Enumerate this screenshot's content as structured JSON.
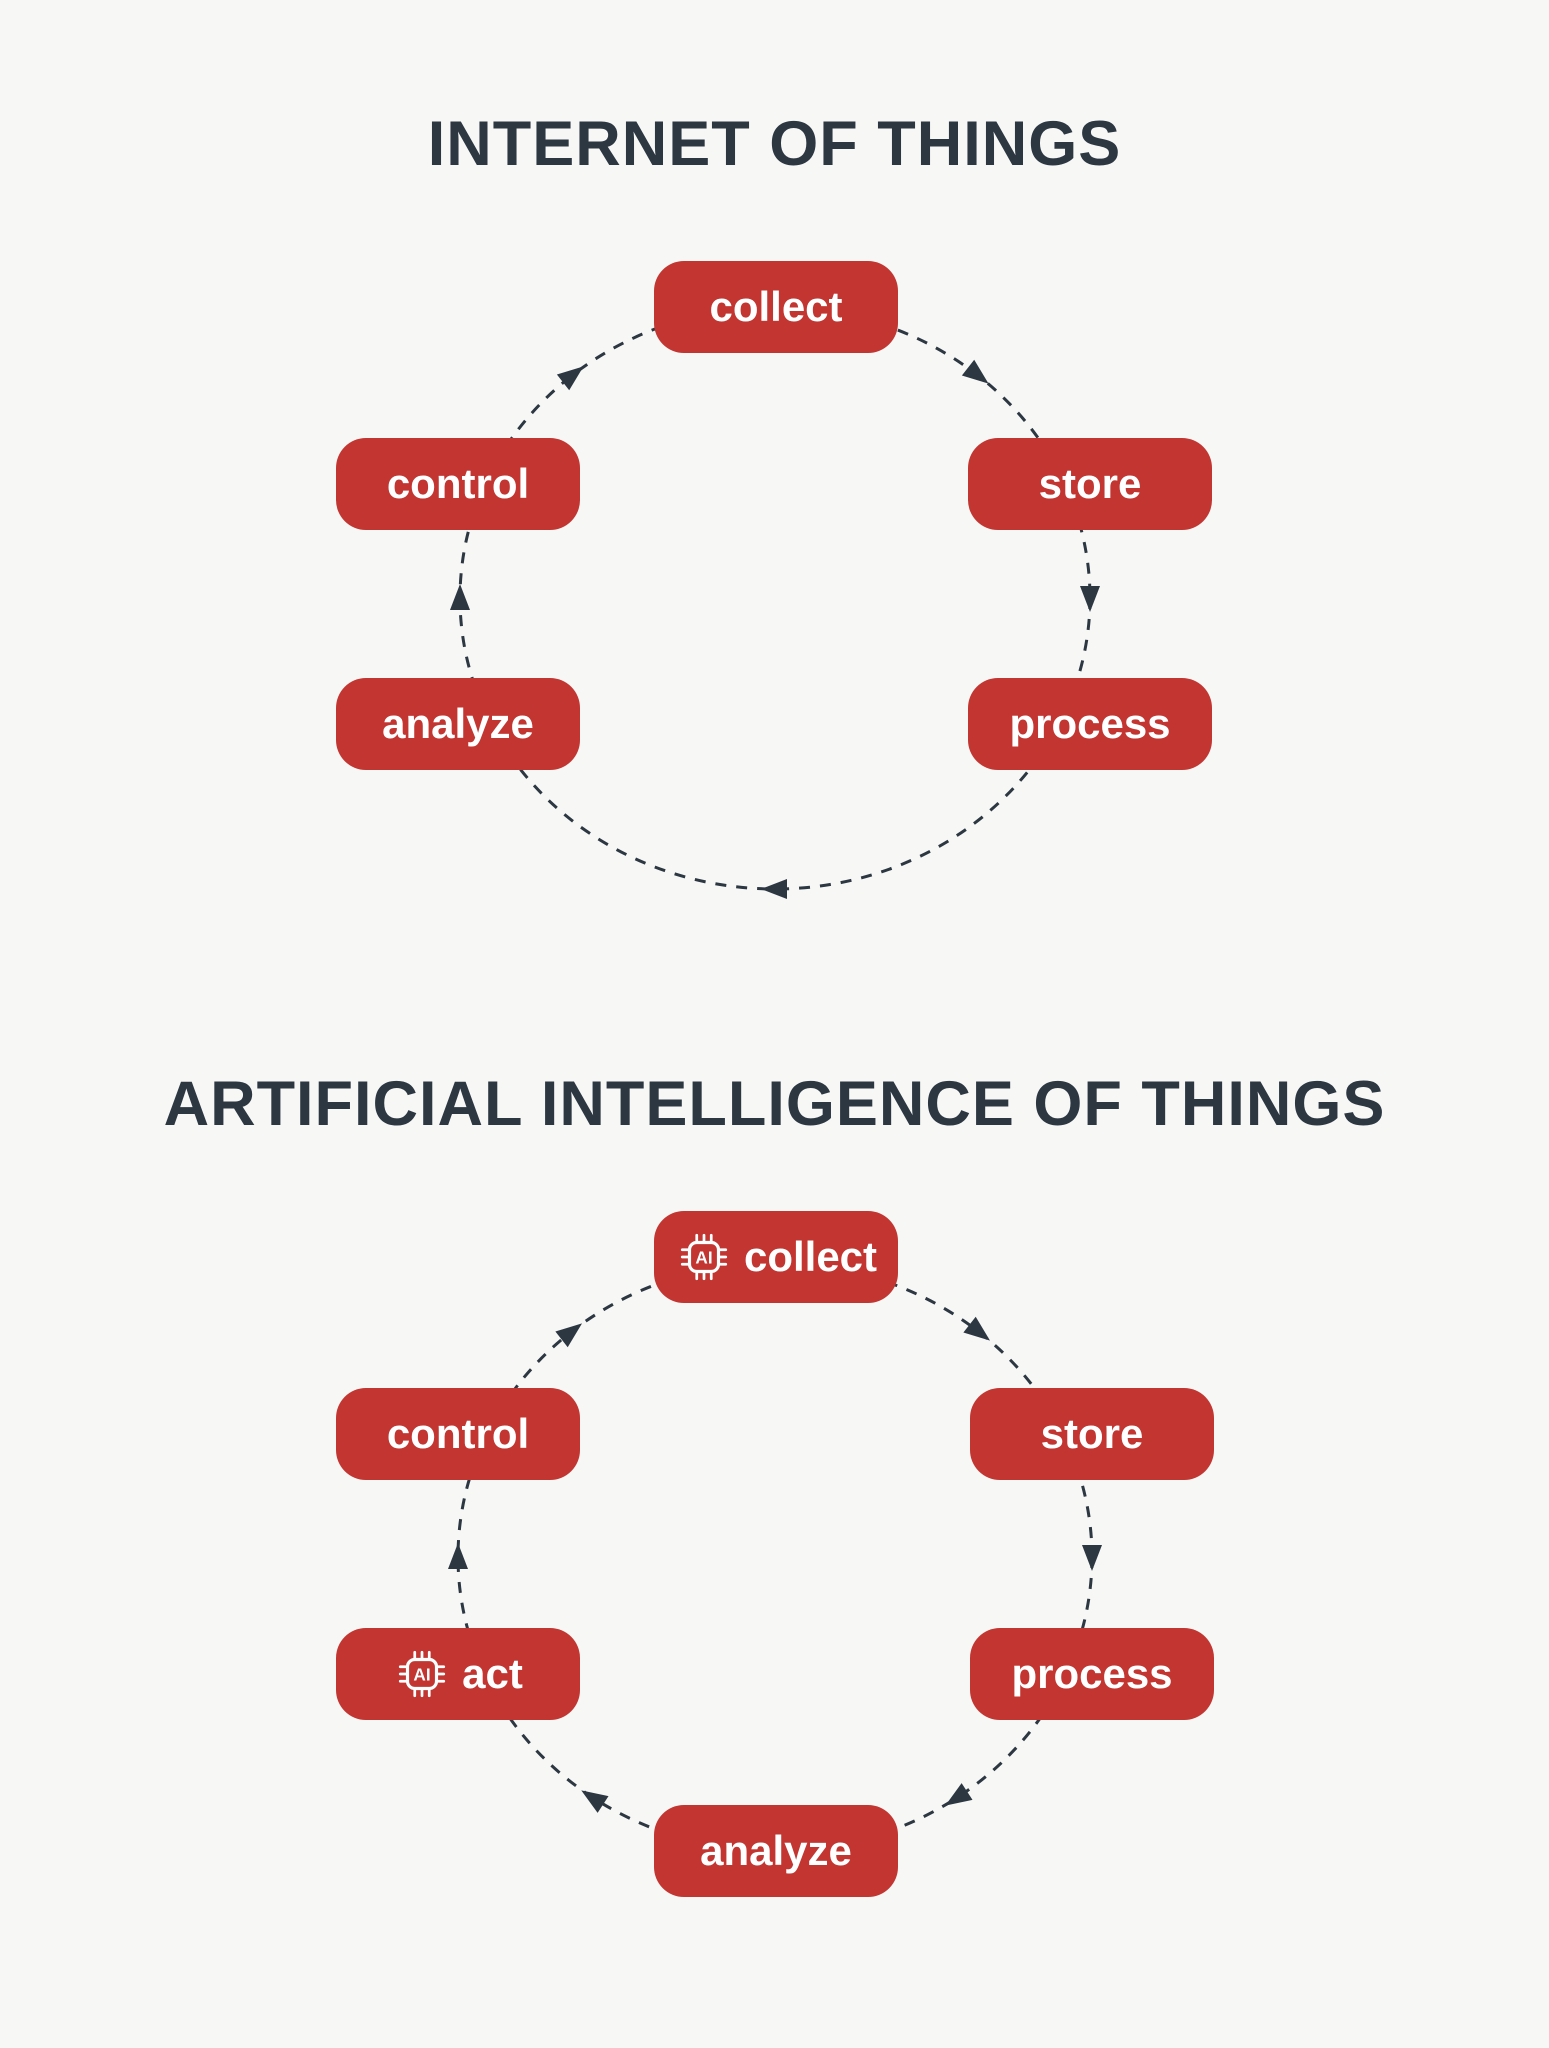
{
  "colors": {
    "background": "#f7f7f5",
    "node_fill": "#c23531",
    "node_text": "#ffffff",
    "title_text": "#2c3742",
    "arrow": "#2c3742"
  },
  "icons": {
    "ai_chip_label": "AI"
  },
  "diagrams": [
    {
      "title": "INTERNET OF THINGS",
      "direction": "clockwise",
      "flow": "collect → store → process → analyze → control → collect",
      "nodes": [
        {
          "label": "collect",
          "ai_icon": false,
          "position": "top"
        },
        {
          "label": "store",
          "ai_icon": false,
          "position": "upper-right"
        },
        {
          "label": "process",
          "ai_icon": false,
          "position": "lower-right"
        },
        {
          "label": "analyze",
          "ai_icon": false,
          "position": "lower-left"
        },
        {
          "label": "control",
          "ai_icon": false,
          "position": "upper-left"
        }
      ]
    },
    {
      "title": "ARTIFICIAL INTELLIGENCE OF THINGS",
      "direction": "clockwise",
      "flow": "collect → store → process → analyze → act → control → collect",
      "nodes": [
        {
          "label": "collect",
          "ai_icon": true,
          "position": "top"
        },
        {
          "label": "store",
          "ai_icon": false,
          "position": "upper-right"
        },
        {
          "label": "process",
          "ai_icon": false,
          "position": "lower-right"
        },
        {
          "label": "analyze",
          "ai_icon": false,
          "position": "bottom"
        },
        {
          "label": "act",
          "ai_icon": true,
          "position": "lower-left"
        },
        {
          "label": "control",
          "ai_icon": false,
          "position": "upper-left"
        }
      ]
    }
  ]
}
